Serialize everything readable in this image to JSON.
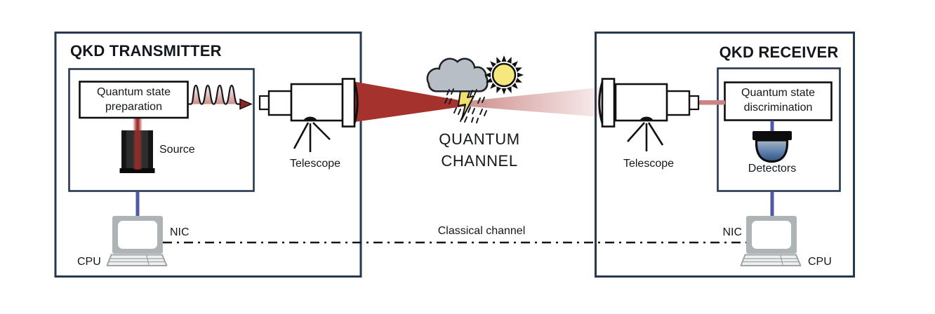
{
  "transmitter": {
    "title": "QKD TRANSMITTER",
    "preparation_line1": "Quantum state",
    "preparation_line2": "preparation",
    "source_label": "Source",
    "telescope_label": "Telescope",
    "nic_label": "NIC",
    "cpu_label": "CPU"
  },
  "channel": {
    "quantum_line1": "QUANTUM",
    "quantum_line2": "CHANNEL",
    "classical_label": "Classical channel"
  },
  "receiver": {
    "title": "QKD RECEIVER",
    "discrimination_line1": "Quantum state",
    "discrimination_line2": "discrimination",
    "detectors_label": "Detectors",
    "telescope_label": "Telescope",
    "nic_label": "NIC",
    "cpu_label": "CPU"
  },
  "colors": {
    "box_border": "#24384E",
    "beam_red": "#A5322C",
    "arrow_red": "#8E2620",
    "link_blue": "#5059A6",
    "link_pink": "#C98583",
    "cloud_gray": "#B7BEC6",
    "sun_yellow": "#F6E87D",
    "lightning_yellow": "#EFDF6F",
    "detector_blue_top": "#A8B6C4",
    "detector_blue_mid": "#5D7FAE",
    "detector_blue_bottom": "#34517E",
    "device_gray": "#AEB3B6"
  }
}
